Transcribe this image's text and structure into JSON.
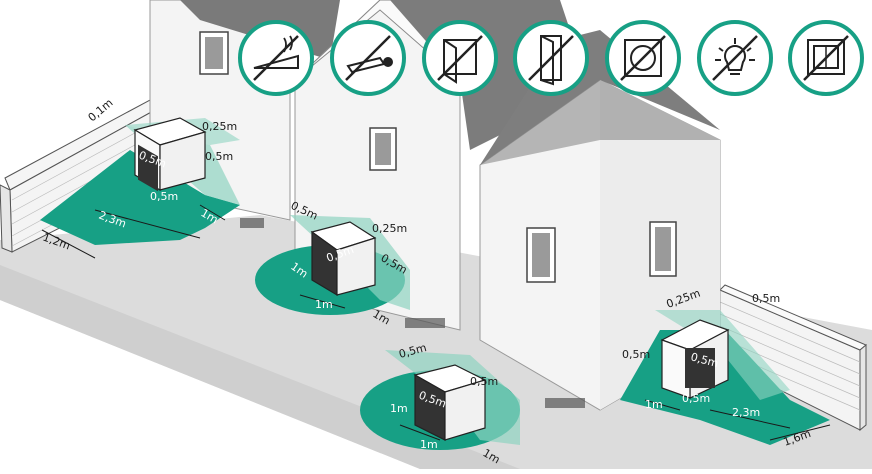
{
  "colors": {
    "accent": "#17a085",
    "accent_dark": "#0d8a6f",
    "accent_light": "#8fd3c1",
    "ground": "#d8d8d8",
    "wall": "#f2f2f2",
    "roof": "#7a7a7a",
    "outline": "#1a1a1a"
  },
  "icons": [
    {
      "name": "no-smoke-chimney-icon"
    },
    {
      "name": "no-exhaust-pipe-icon"
    },
    {
      "name": "no-window-icon"
    },
    {
      "name": "no-door-icon"
    },
    {
      "name": "no-ventilation-icon"
    },
    {
      "name": "no-light-icon"
    },
    {
      "name": "no-skylight-icon"
    }
  ],
  "labels": {
    "unit1": {
      "wall_gap": "0,1m",
      "back": "0,25m",
      "side_right": "0,5m",
      "top": "0,5m",
      "front": "0,5m",
      "front_long": "2,3m",
      "right_side": "1m",
      "left_ground": "1,2m"
    },
    "unit2": {
      "left": "0,5m",
      "back": "0,25m",
      "top": "0,5m",
      "right": "0,5m",
      "left_lower": "1m",
      "front": "1m",
      "right_lower": "1m"
    },
    "unit3": {
      "top": "0,5m",
      "right": "0,5m",
      "front_top": "0,5m",
      "left": "1m",
      "front": "1m",
      "right_lower": "1m"
    },
    "unit4": {
      "back": "0,25m",
      "right_wall": "0,5m",
      "left": "0,5m",
      "top": "0,5m",
      "left_lower": "1m",
      "front": "0,5m",
      "front_long": "2,3m",
      "right_ground": "1,6m"
    }
  }
}
